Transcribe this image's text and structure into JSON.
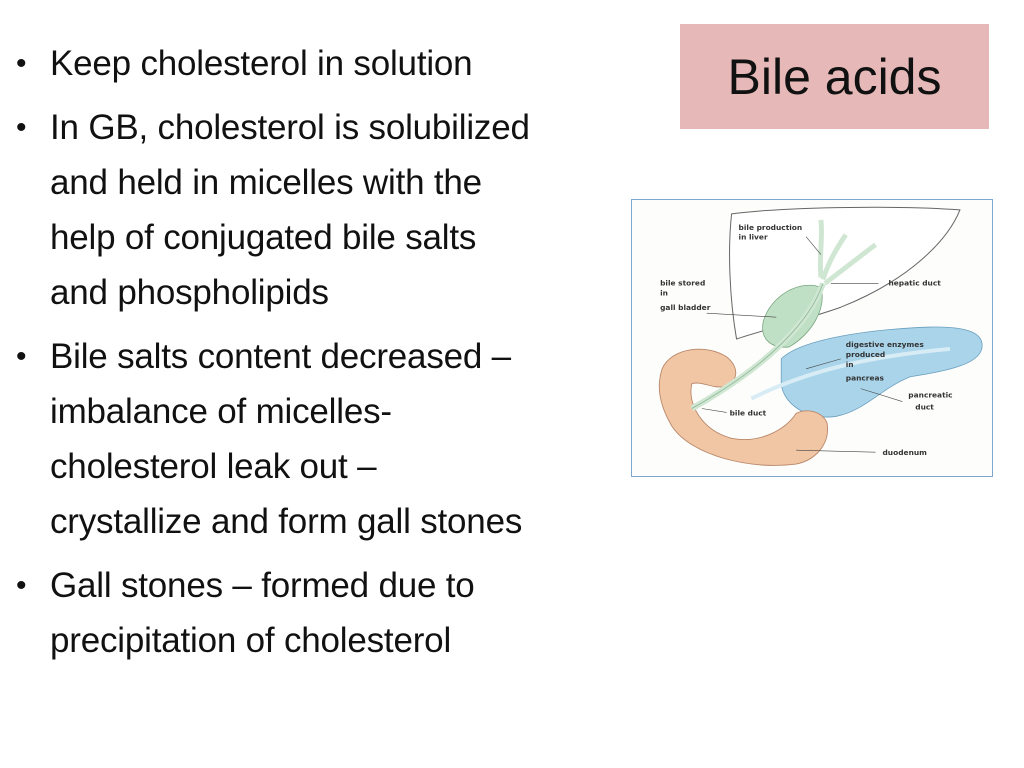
{
  "slide": {
    "title": "Bile acids",
    "bullets": [
      [
        "Keep cholesterol in solution"
      ],
      [
        "In GB, cholesterol is solubilized",
        "and held in micelles with the",
        "help of conjugated bile salts",
        "and phospholipids"
      ],
      [
        "Bile salts content decreased –",
        "imbalance of micelles-",
        "cholesterol leak out –",
        "crystallize and form gall stones"
      ],
      [
        "Gall stones – formed due to",
        "precipitation of cholesterol"
      ]
    ]
  },
  "figure": {
    "labels": {
      "bile_production_1": "bile production",
      "bile_production_2": "in liver",
      "hepatic_duct": "hepatic duct",
      "bile_stored_1": "bile stored",
      "bile_stored_2": "in",
      "bile_stored_3": "gall bladder",
      "digestive_1": "digestive enzymes",
      "digestive_2": "produced",
      "digestive_3": "in",
      "digestive_4": "pancreas",
      "pancreatic_1": "pancreatic",
      "pancreatic_2": "duct",
      "bile_duct": "bile duct",
      "duodenum": "duodenum"
    },
    "colors": {
      "liver": "#ffffff",
      "gall_bladder": "#bfe0c4",
      "pancreas": "#a9d4ea",
      "duodenum": "#f1c6a4",
      "ducts": "#cfe7d2"
    }
  }
}
